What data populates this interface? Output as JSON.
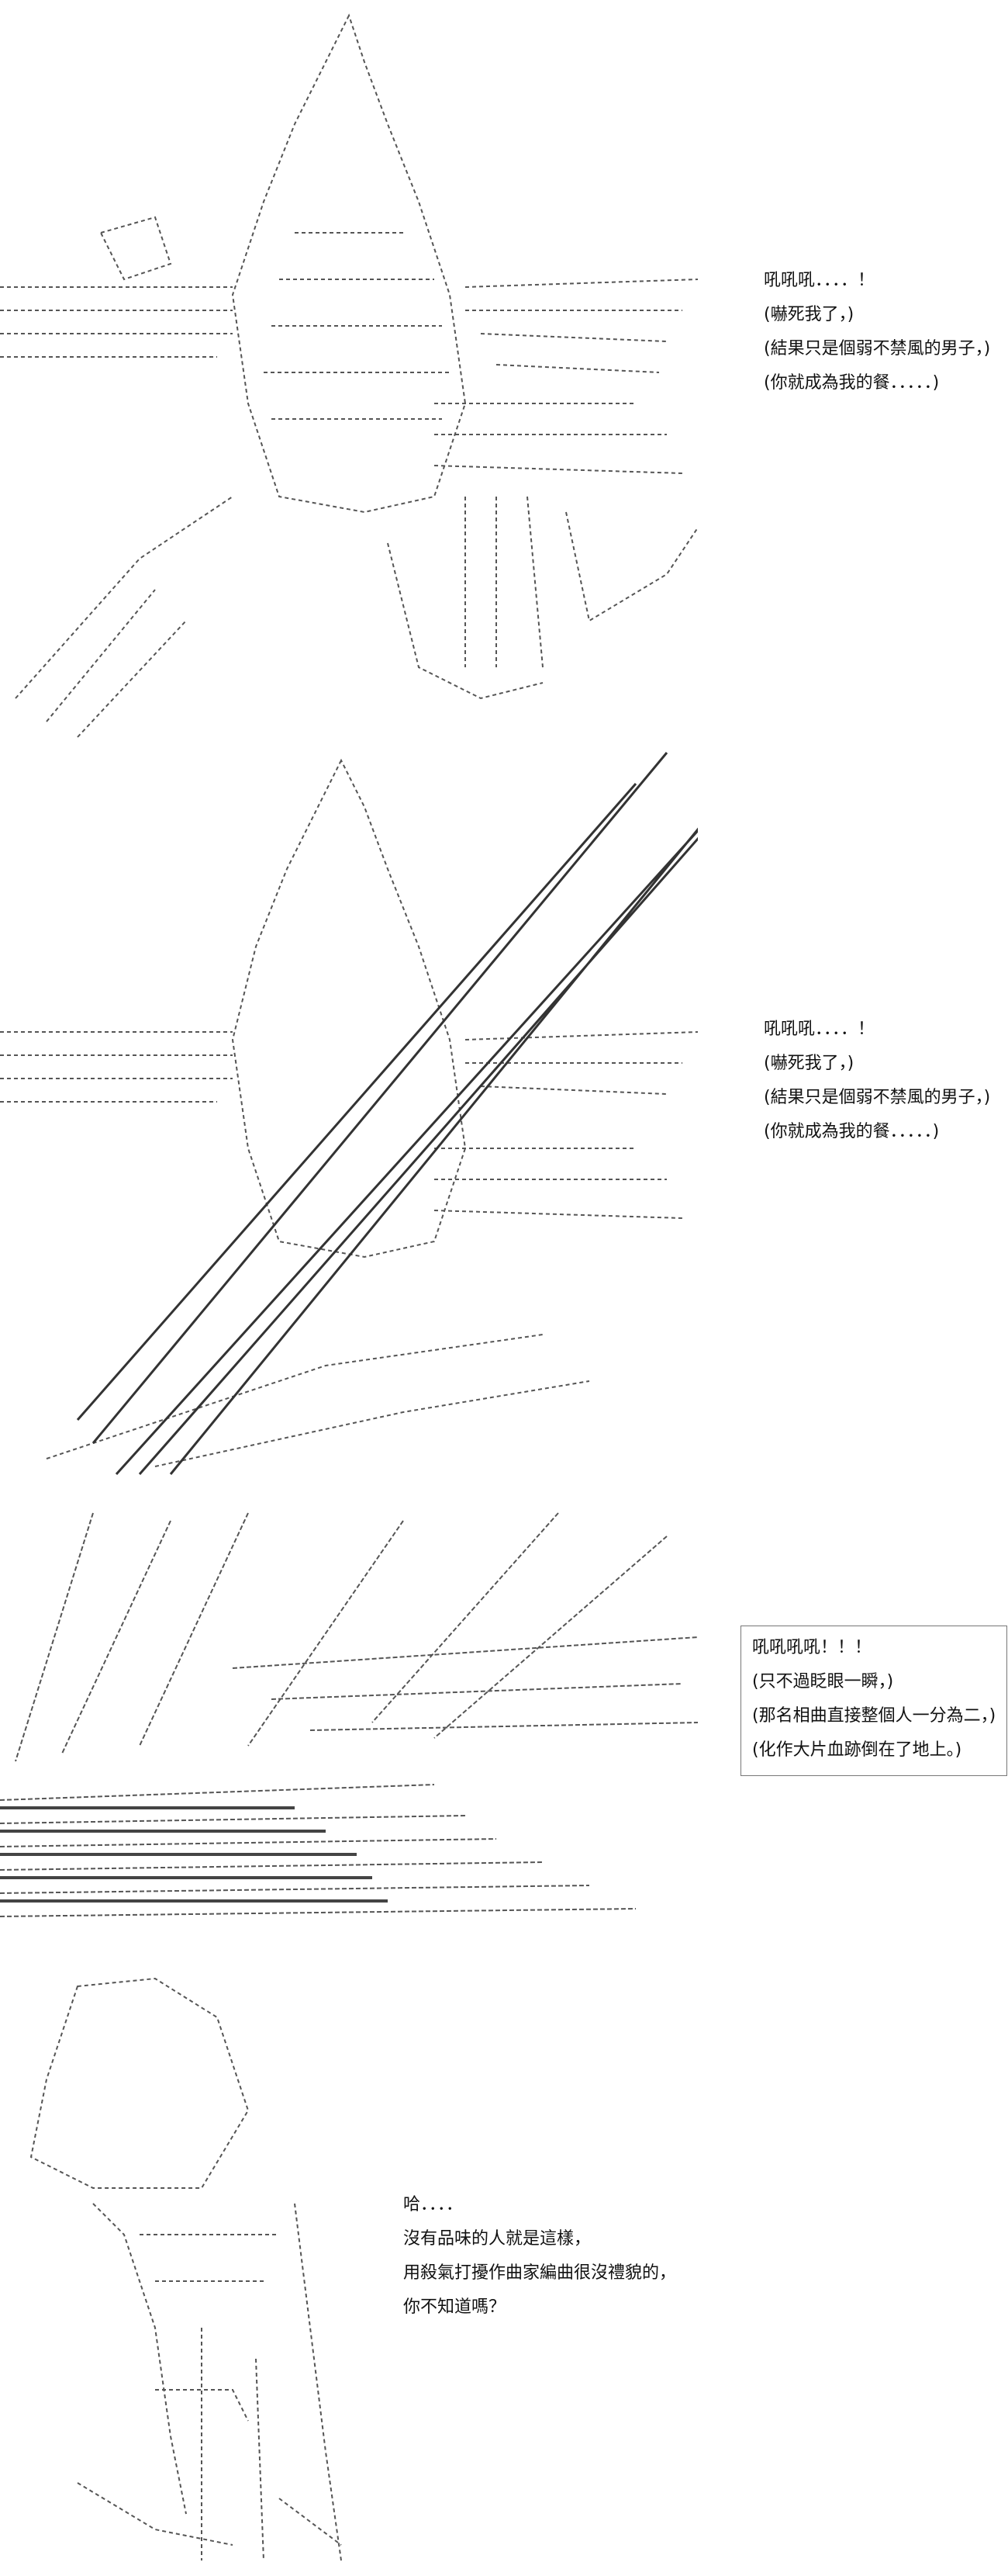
{
  "colors": {
    "background": "#ffffff",
    "text": "#111111",
    "art_stroke": "#555555",
    "box_border": "#777777"
  },
  "panels": [
    {
      "lines": [
        "吼吼吼．．．．！",
        "(嚇死我了，)",
        "(結果只是個弱不禁風的男子，)",
        "(你就成為我的餐．．．．．)"
      ]
    },
    {
      "lines": [
        "吼吼吼．．．．！",
        "(嚇死我了，)",
        "(結果只是個弱不禁風的男子，)",
        "(你就成為我的餐．．．．．)"
      ]
    },
    {
      "lines": [
        "吼吼吼吼！！！",
        "(只不過眨眼一瞬，)",
        "(那名相曲直接整個人一分為二，)",
        "(化作大片血跡倒在了地上。)"
      ]
    },
    {
      "lines": [
        "哈．．．．",
        "沒有品味的人就是這樣，",
        "用殺氣打擾作曲家編曲很沒禮貌的，",
        "你不知道嗎？"
      ]
    }
  ]
}
